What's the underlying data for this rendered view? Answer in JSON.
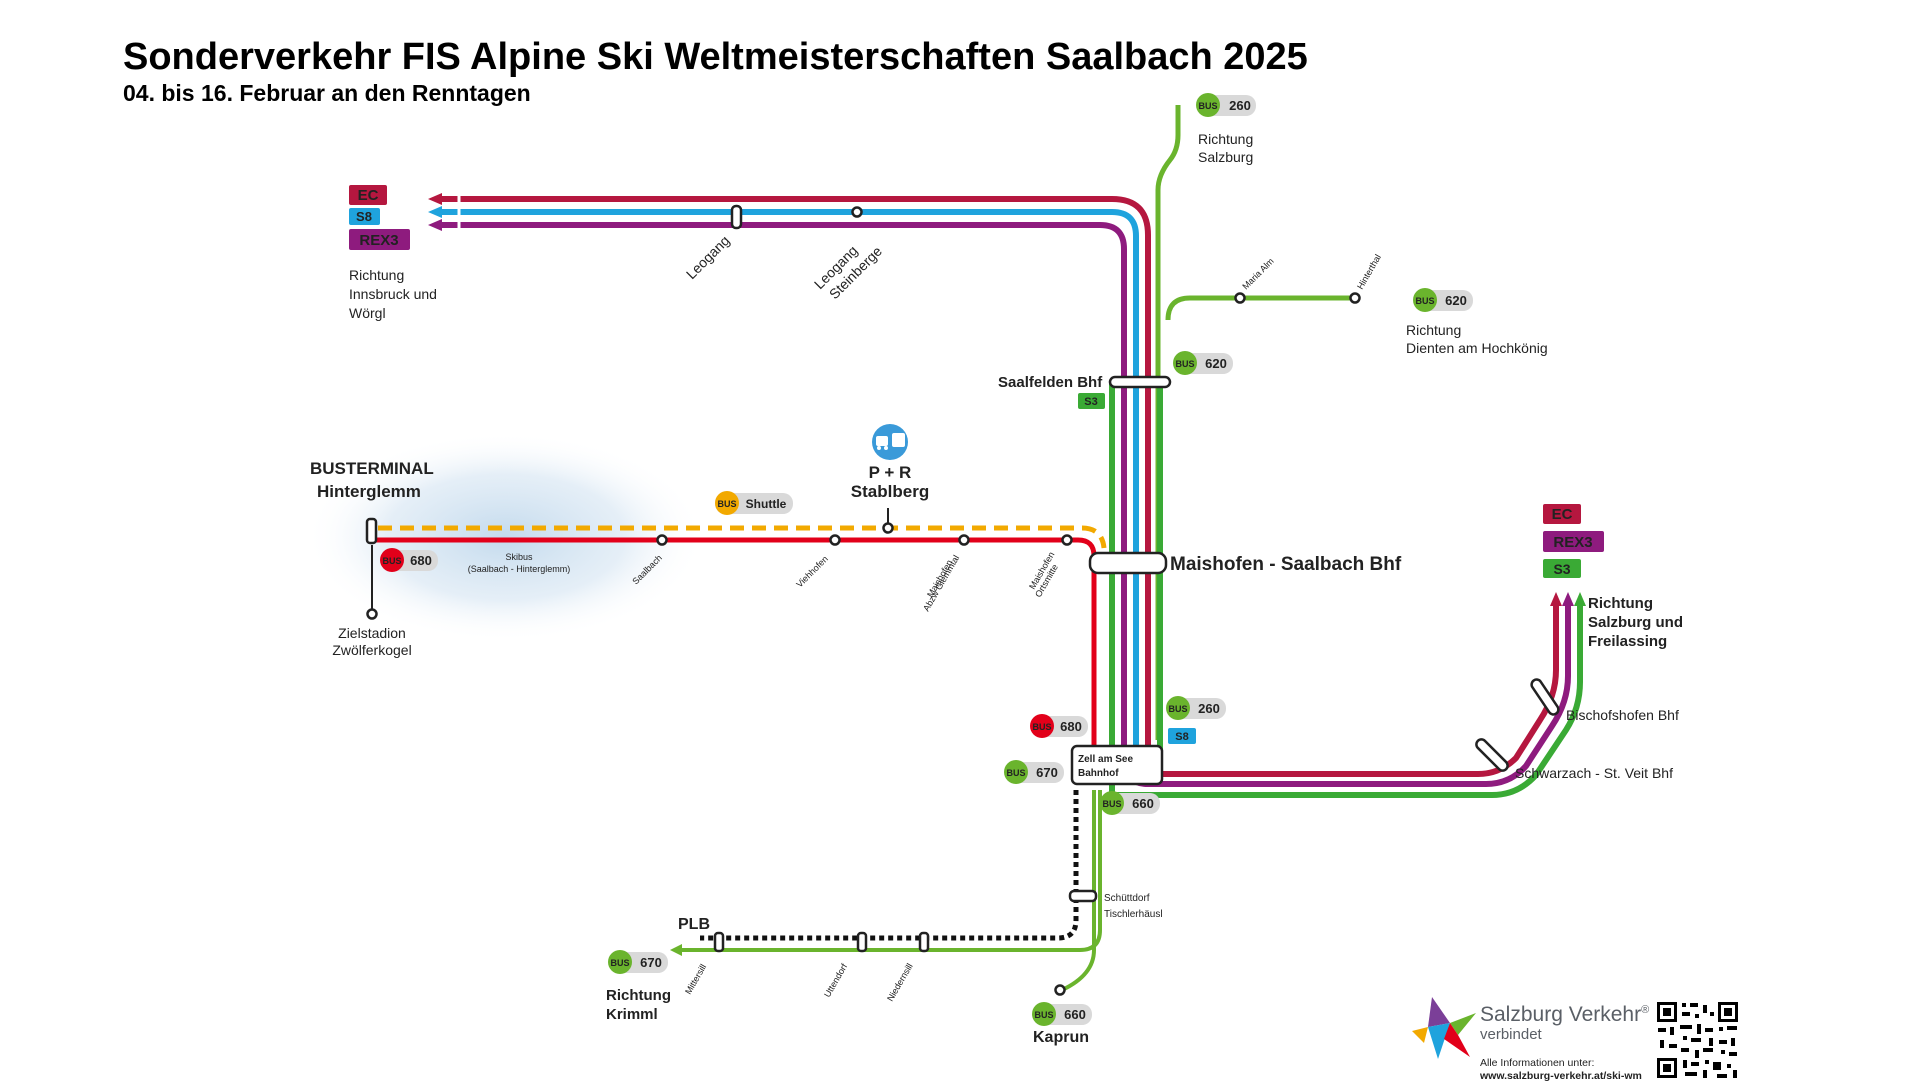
{
  "header": {
    "title": "Sonderverkehr FIS Alpine Ski Weltmeisterschaften Saalbach 2025",
    "subtitle": "04. bis 16. Februar an den Renntagen"
  },
  "colors": {
    "ec": "#b5173f",
    "s8": "#1fa3dd",
    "rex3": "#8e1b7e",
    "s3": "#3aaa35",
    "bus_green": "#6ab42d",
    "bus_red": "#e2001a",
    "shuttle": "#f2a900",
    "plb": "#111111",
    "badge_grey": "#d9d9d9"
  },
  "badges": {
    "ec": "EC",
    "s8": "S8",
    "rex3": "REX3",
    "s3": "S3",
    "bus": "BUS",
    "b260": "260",
    "b620": "620",
    "b680": "680",
    "b670": "670",
    "b660": "660",
    "shuttle": "Shuttle",
    "plb": "PLB"
  },
  "stations": {
    "leogang": "Leogang",
    "leogang_steinberge_1": "Leogang",
    "leogang_steinberge_2": "Steinberge",
    "saalfelden": "Saalfelden Bhf",
    "maishofen": "Maishofen - Saalbach Bhf",
    "zell_1": "Zell am See",
    "zell_2": "Bahnhof",
    "schwarzach": "Schwarzach - St. Veit Bhf",
    "bischofshofen": "Bischofshofen Bhf",
    "maria_alm": "Maria Alm",
    "hinterthal": "Hinterthal",
    "busterminal_1": "BUSTERMINAL",
    "busterminal_2": "Hinterglemm",
    "zielstadion_1": "Zielstadion",
    "zielstadion_2": "Zwölferkogel",
    "saalbach": "Saalbach",
    "viehhofen": "Viehhofen",
    "maishofen_abzw_1": "Maishofen",
    "maishofen_abzw_2": "Abzw Glemmtal",
    "maishofen_ort_1": "Maishofen",
    "maishofen_ort_2": "Ortsmitte",
    "pr_1": "P + R",
    "pr_2": "Stablberg",
    "schuettdorf_1": "Schüttdorf",
    "schuettdorf_2": "Tischlerhäusl",
    "mittersill": "Mittersill",
    "uttendorf": "Uttendorf",
    "niedernsill": "Niedernsill",
    "kaprun": "Kaprun"
  },
  "directions": {
    "innsbruck_1": "Richtung",
    "innsbruck_2": "Innsbruck und",
    "innsbruck_3": "Wörgl",
    "salzburg_n_1": "Richtung",
    "salzburg_n_2": "Salzburg",
    "dienten_1": "Richtung",
    "dienten_2": "Dienten am Hochkönig",
    "freilassing_1": "Richtung",
    "freilassing_2": "Salzburg und",
    "freilassing_3": "Freilassing",
    "krimml_1": "Richtung",
    "krimml_2": "Krimml"
  },
  "skibus_1": "Skibus",
  "skibus_2": "(Saalbach - Hinterglemm)",
  "brand": {
    "name": "Salzburg Verkehr",
    "sub": "verbindet",
    "info_1": "Alle Informationen unter:",
    "info_2": "www.salzburg-verkehr.at/ski-wm"
  }
}
